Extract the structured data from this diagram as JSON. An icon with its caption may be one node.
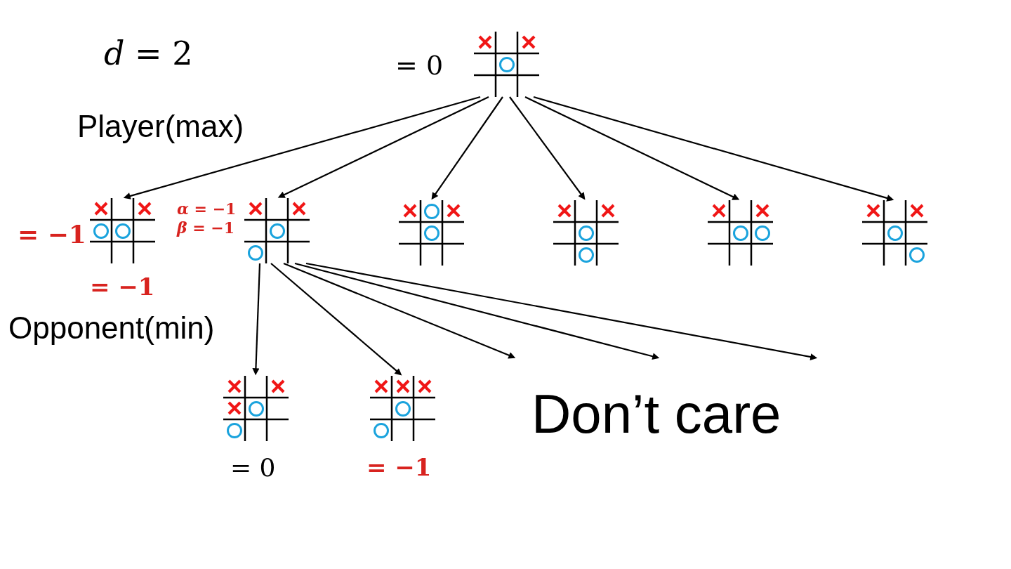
{
  "diagram": {
    "nodes": [
      {
        "text": [],
        "shape": "picture",
        "beside": [
          "= 0"
        ]
      },
      {
        "text": [],
        "shape": "picture",
        "beside": [
          "= −1",
          "= −1"
        ]
      },
      {
        "text": [],
        "shape": "picture",
        "beside": [
          "*α* = −1",
          "*β* = −1"
        ]
      },
      {
        "text": [],
        "shape": "picture"
      },
      {
        "text": [],
        "shape": "picture"
      },
      {
        "text": [],
        "shape": "picture"
      },
      {
        "text": [],
        "shape": "picture"
      },
      {
        "text": [],
        "shape": "picture",
        "beside": [
          "= 0"
        ]
      },
      {
        "text": [],
        "shape": "picture",
        "beside": [
          "= −1"
        ]
      }
    ],
    "edges": [
      {
        "from": 0,
        "to": 1,
        "arrow": "to"
      },
      {
        "from": 0,
        "to": 2,
        "arrow": "to"
      },
      {
        "from": 0,
        "to": 3,
        "arrow": "to"
      },
      {
        "from": 0,
        "to": 4,
        "arrow": "to"
      },
      {
        "from": 0,
        "to": 5,
        "arrow": "to"
      },
      {
        "from": 0,
        "to": 6,
        "arrow": "to"
      },
      {
        "from": 2,
        "to": 7,
        "arrow": "to"
      },
      {
        "from": 2,
        "to": 8,
        "arrow": "to"
      },
      {
        "from": 2,
        "to": null,
        "arrow": "to"
      },
      {
        "from": 2,
        "to": null,
        "arrow": "to"
      },
      {
        "from": 2,
        "to": null,
        "arrow": "to"
      }
    ],
    "labels": [
      "*d* = 2",
      "Player(max)",
      "Opponent(min)",
      "Don’t care"
    ]
  }
}
